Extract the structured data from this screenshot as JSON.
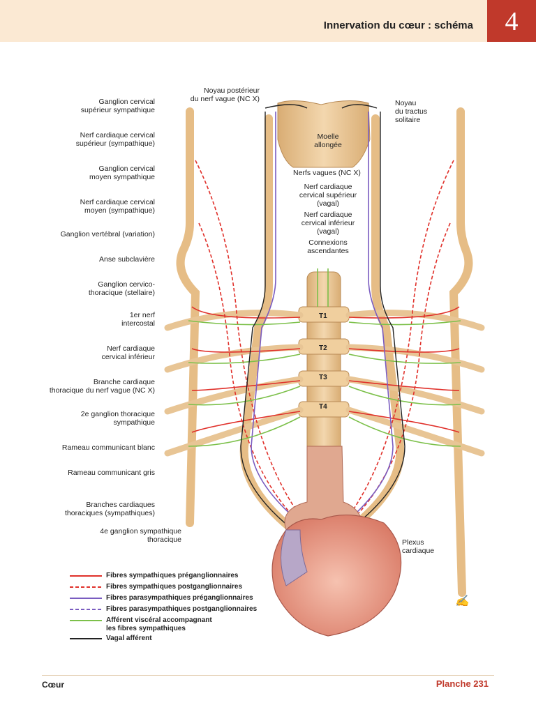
{
  "header": {
    "title": "Innervation du cœur : schéma",
    "plate_number": "4"
  },
  "labels": {
    "ganglion_cervical_sup": [
      "Ganglion cervical",
      "supérieur sympathique"
    ],
    "nerf_card_cerv_sup": [
      "Nerf cardiaque cervical",
      "supérieur (sympathique)"
    ],
    "ganglion_cervical_moyen": [
      "Ganglion cervical",
      "moyen sympathique"
    ],
    "nerf_card_cerv_moyen": [
      "Nerf cardiaque cervical",
      "moyen (sympathique)"
    ],
    "ganglion_vertebral": "Ganglion vertébral (variation)",
    "anse_subclaviere": "Anse subclavière",
    "ganglion_stellaire": [
      "Ganglion cervico-",
      "thoracique (stellaire)"
    ],
    "nerf_intercostal_1": [
      "1er nerf",
      "intercostal"
    ],
    "nerf_card_cerv_inf": [
      "Nerf cardiaque",
      "cervical inférieur"
    ],
    "branche_card_thor_vague": [
      "Branche cardiaque",
      "thoracique du nerf vague (NC X)"
    ],
    "ganglion_thor_2": [
      "2e ganglion thoracique",
      "sympathique"
    ],
    "rameau_blanc": "Rameau communicant blanc",
    "rameau_gris": "Rameau communicant gris",
    "branches_card_thor": [
      "Branches cardiaques",
      "thoraciques (sympathiques)"
    ],
    "ganglion_thor_4": [
      "4e ganglion sympathique",
      "thoracique"
    ],
    "noyau_posterieur": [
      "Noyau postérieur",
      "du nerf vague (NC X)"
    ],
    "noyau_tractus": [
      "Noyau",
      "du tractus",
      "solitaire"
    ],
    "moelle": [
      "Moelle",
      "allongée"
    ],
    "nerfs_vagues": "Nerfs vagues (NC X)",
    "nerf_card_cerv_sup_vagal": [
      "Nerf cardiaque",
      "cervical supérieur",
      "(vagal)"
    ],
    "nerf_card_cerv_inf_vagal": [
      "Nerf cardiaque",
      "cervical inférieur",
      "(vagal)"
    ],
    "connexions": [
      "Connexions",
      "ascendantes"
    ],
    "plexus": [
      "Plexus",
      "cardiaque"
    ],
    "vertebrae": [
      "T1",
      "T2",
      "T3",
      "T4"
    ]
  },
  "legend": [
    {
      "label": "Fibres sympathiques préganglionnaires",
      "color": "#e0302a",
      "dash": false
    },
    {
      "label": "Fibres sympathiques postganglionnaires",
      "color": "#e0302a",
      "dash": true
    },
    {
      "label": "Fibres parasympathiques préganglionnaires",
      "color": "#7a5cc0",
      "dash": false
    },
    {
      "label": "Fibres parasympathiques postganglionnaires",
      "color": "#7a5cc0",
      "dash": true
    },
    {
      "label": "Afférent viscéral accompagnant",
      "label2": "les fibres sympathiques",
      "color": "#7cc04a",
      "dash": false
    },
    {
      "label": "Vagal afférent",
      "color": "#222222",
      "dash": false
    }
  ],
  "footer": {
    "section": "Cœur",
    "plate": "Planche 231"
  },
  "colors": {
    "header_bg": "#fbe9d3",
    "accent": "#c0392b",
    "nerve": "#e8c595",
    "heart": "#e9a58f"
  }
}
